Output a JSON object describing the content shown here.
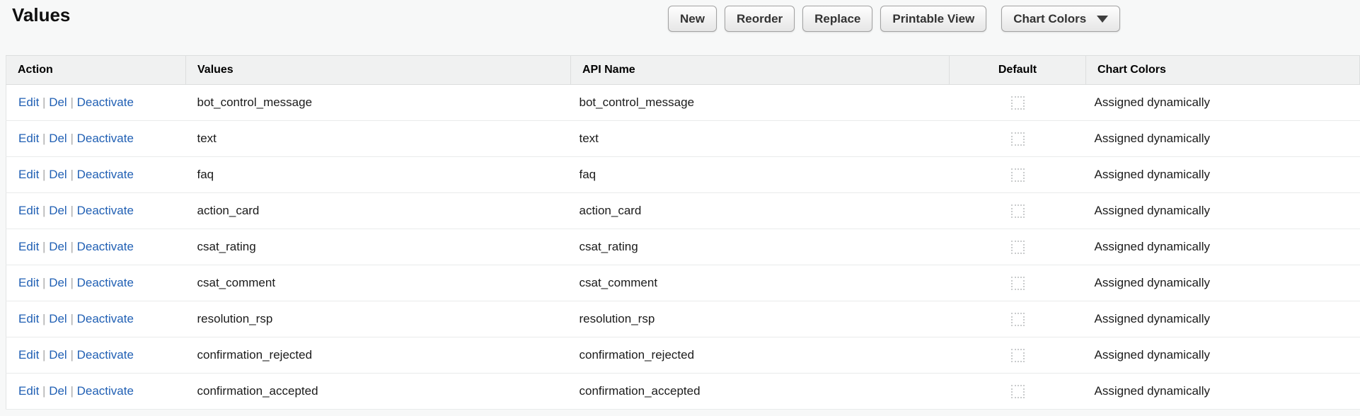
{
  "page": {
    "title": "Values"
  },
  "toolbar": {
    "buttons": [
      {
        "label": "New"
      },
      {
        "label": "Reorder"
      },
      {
        "label": "Replace"
      },
      {
        "label": "Printable View"
      }
    ],
    "dropdown": {
      "label": "Chart Colors",
      "icon": "caret-down-icon"
    }
  },
  "table": {
    "columns": [
      {
        "key": "action",
        "label": "Action"
      },
      {
        "key": "values",
        "label": "Values"
      },
      {
        "key": "api_name",
        "label": "API Name"
      },
      {
        "key": "default",
        "label": "Default"
      },
      {
        "key": "chart_colors",
        "label": "Chart Colors"
      }
    ],
    "action_links": [
      "Edit",
      "Del",
      "Deactivate"
    ],
    "link_separator": "|",
    "rows": [
      {
        "value": "bot_control_message",
        "api_name": "bot_control_message",
        "default_checked": false,
        "chart_colors": "Assigned dynamically"
      },
      {
        "value": "text",
        "api_name": "text",
        "default_checked": false,
        "chart_colors": "Assigned dynamically"
      },
      {
        "value": "faq",
        "api_name": "faq",
        "default_checked": false,
        "chart_colors": "Assigned dynamically"
      },
      {
        "value": "action_card",
        "api_name": "action_card",
        "default_checked": false,
        "chart_colors": "Assigned dynamically"
      },
      {
        "value": "csat_rating",
        "api_name": "csat_rating",
        "default_checked": false,
        "chart_colors": "Assigned dynamically"
      },
      {
        "value": "csat_comment",
        "api_name": "csat_comment",
        "default_checked": false,
        "chart_colors": "Assigned dynamically"
      },
      {
        "value": "resolution_rsp",
        "api_name": "resolution_rsp",
        "default_checked": false,
        "chart_colors": "Assigned dynamically"
      },
      {
        "value": "confirmation_rejected",
        "api_name": "confirmation_rejected",
        "default_checked": false,
        "chart_colors": "Assigned dynamically"
      },
      {
        "value": "confirmation_accepted",
        "api_name": "confirmation_accepted",
        "default_checked": false,
        "chart_colors": "Assigned dynamically"
      }
    ]
  },
  "colors": {
    "link_blue": "#2160b4",
    "header_background": "#f0f1f1",
    "page_background": "#f7f8f8",
    "row_background": "#ffffff",
    "button_text": "#333333"
  }
}
